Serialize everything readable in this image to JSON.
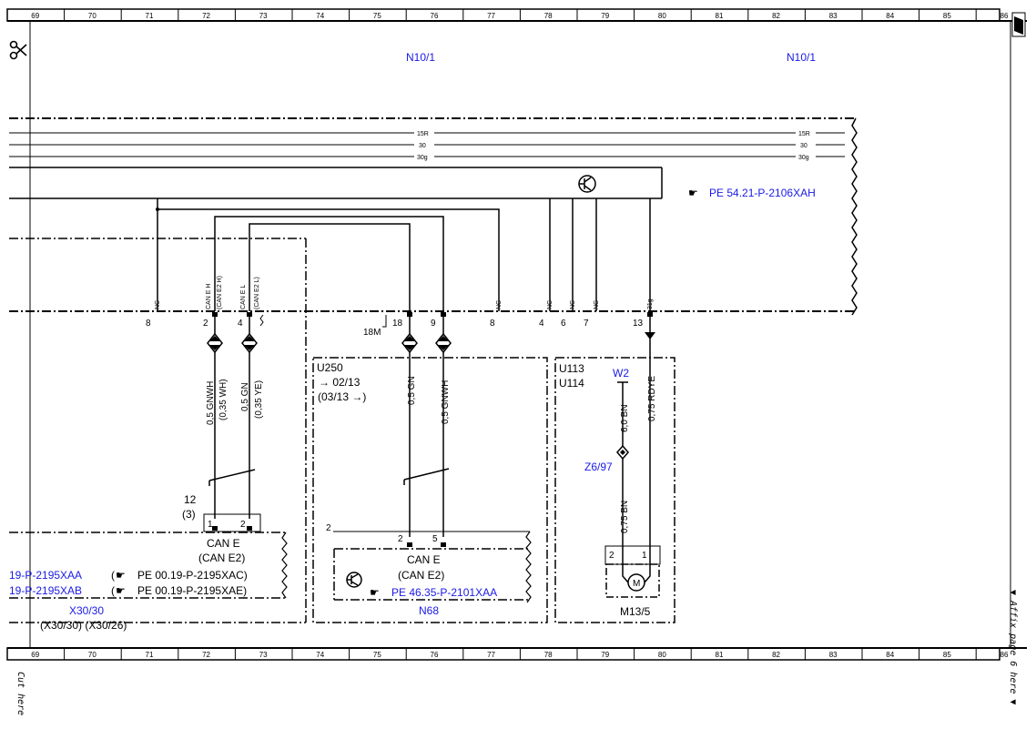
{
  "ruler": {
    "numbers": [
      "69",
      "70",
      "71",
      "72",
      "73",
      "74",
      "75",
      "76",
      "77",
      "78",
      "79",
      "80",
      "81",
      "82",
      "83",
      "84",
      "85",
      "86"
    ]
  },
  "margin": {
    "cut_here": "Cut here",
    "affix_page": "▼ Affix page 6 here ▼"
  },
  "modules": {
    "n10_1_left": "N10/1",
    "n10_1_right": "N10/1",
    "u250": "U250",
    "u250_from": "→ 02/13",
    "u250_until": "(03/13 →)",
    "u113": "U113",
    "u114": "U114",
    "n68": "N68",
    "x30_30": "X30/30",
    "x30_alt": "(X30/30)  (X30/26)",
    "m13_5": "M13/5",
    "w2": "W2",
    "z6_97": "Z6/97",
    "connector_18m": "18M",
    "connector_12": "12",
    "connector_3": "(3)"
  },
  "buses": {
    "b15r": "15R",
    "b30": "30",
    "b30g": "30g"
  },
  "references": {
    "pe_54": "PE 54.21-P-2106XAH",
    "pe_46": "PE 46.35-P-2101XAA",
    "pe_00_xac": "PE 00.19-P-2195XAC)",
    "pe_00_xae": "PE 00.19-P-2195XAE)",
    "ref_19_xaa": "19-P-2195XAA",
    "ref_19_xab": "19-P-2195XAB",
    "pointer_open": "("
  },
  "pins": {
    "nc": "NC",
    "can_e_h": "CAN E H",
    "can_e2_h": "(CAN E2 H)",
    "can_e_l": "CAN E L",
    "can_e2_l": "(CAN E2 L)",
    "p31g": "31g",
    "n8a": "8",
    "n2": "2",
    "n4a": "4",
    "n18": "18",
    "n9": "9",
    "n8b": "8",
    "n4b": "4",
    "n6": "6",
    "n7": "7",
    "n13": "13",
    "x1": "1",
    "x2": "2",
    "n68_2a": "2",
    "n68_2": "2",
    "n68_5": "5",
    "m2": "2",
    "m1": "1"
  },
  "wires": {
    "w1": "0,5 GNWH",
    "w1alt": "(0,35 WH)",
    "w2": "0,5 GN",
    "w2alt": "(0,35 YE)",
    "w3": "0,5 GN",
    "w4": "0,5 GNWH",
    "w5": "6,0 BN",
    "w6": "0,75 RDYE",
    "w7": "0,75 BN"
  },
  "labels": {
    "can_e_a": "CAN E",
    "can_e2_a": "(CAN E2)",
    "can_e_b": "CAN E",
    "can_e2_b": "(CAN E2)",
    "motor": "M"
  }
}
